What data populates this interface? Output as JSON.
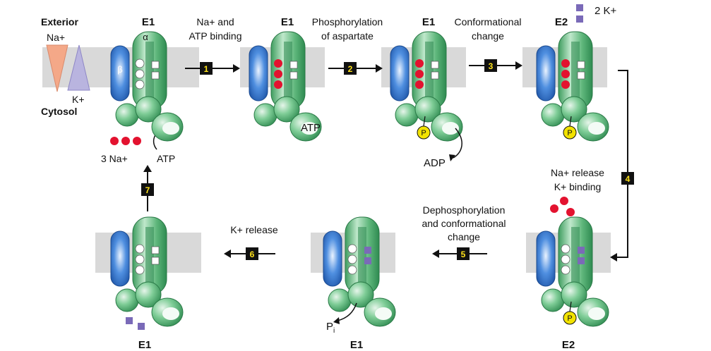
{
  "legend": {
    "exterior": "Exterior",
    "cytosol": "Cytosol",
    "na_label": "Na+",
    "k_label": "K+",
    "alpha": "α",
    "beta": "β",
    "na_count_label": "3 Na+",
    "atp_label": "ATP"
  },
  "states": [
    {
      "label": "E1"
    },
    {
      "label": "E1"
    },
    {
      "label": "E1"
    },
    {
      "label": "E2"
    },
    {
      "label": "E2"
    },
    {
      "label": "E1"
    },
    {
      "label": "E1"
    }
  ],
  "steps": [
    {
      "number": "1",
      "text": [
        "Na+ and",
        "ATP binding"
      ]
    },
    {
      "number": "2",
      "text": [
        "Phosphorylation",
        "of aspartate"
      ]
    },
    {
      "number": "3",
      "text": [
        "Conformational",
        "change"
      ]
    },
    {
      "number": "4",
      "text": [
        "Na+ release",
        "K+ binding"
      ]
    },
    {
      "number": "5",
      "text": [
        "Dephosphorylation",
        "and conformational",
        "change"
      ]
    },
    {
      "number": "6",
      "text": [
        "K+ release"
      ]
    },
    {
      "number": "7",
      "text": []
    }
  ],
  "annotations": {
    "atp_bound": "ATP",
    "adp": "ADP",
    "pi": "P",
    "pi_sub": "i",
    "phosphate": "P",
    "k2": "2 K+"
  },
  "colors": {
    "membrane": "#d9d9d9",
    "alpha_green": "#4caf6e",
    "beta_blue": "#2f6fc4",
    "na_red": "#e3122f",
    "k_purple": "#7a6ab8",
    "phosphate_yellow": "#f2e200",
    "step_box": "#111111",
    "step_number": "#ffe21a"
  }
}
